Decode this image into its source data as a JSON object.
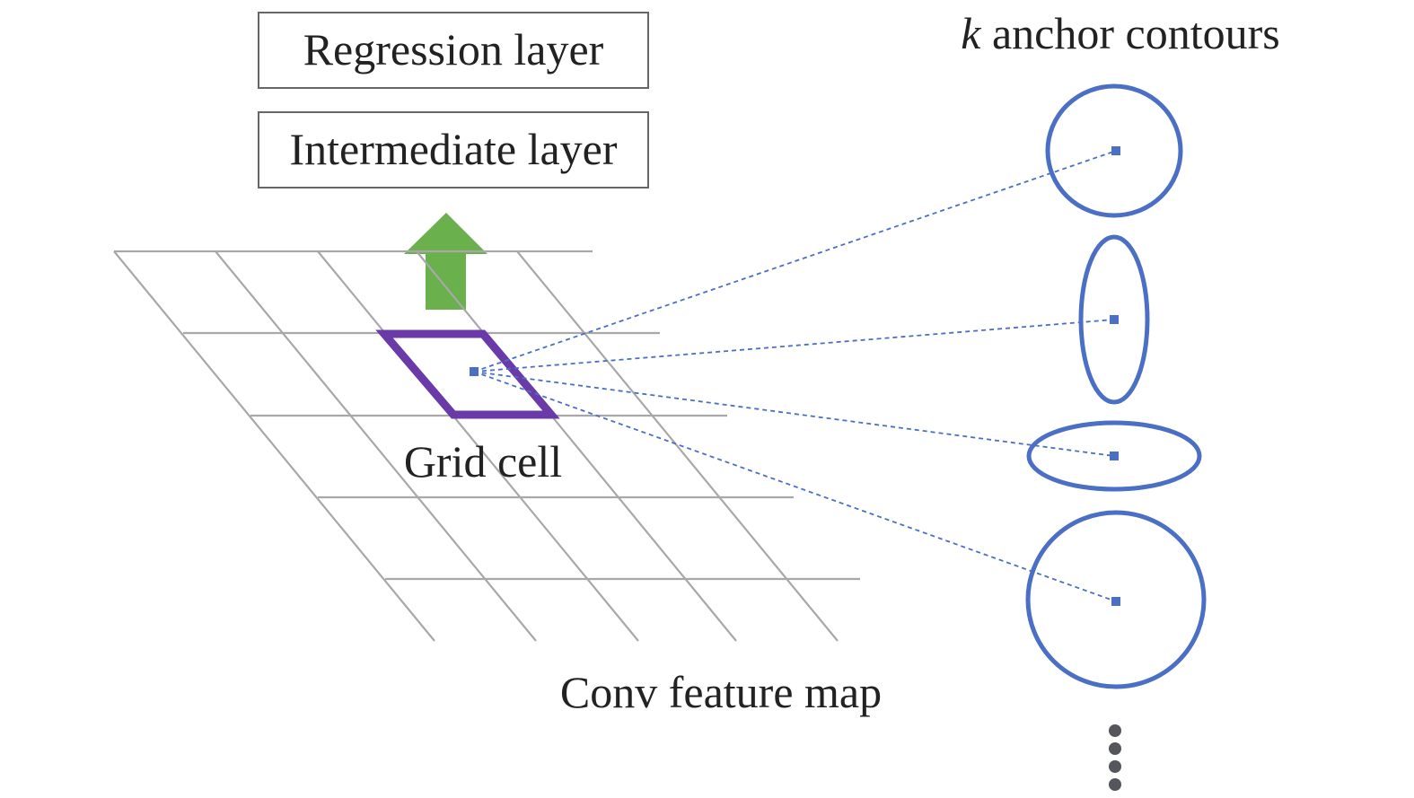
{
  "boxes": {
    "regression": "Regression layer",
    "intermediate": "Intermediate layer"
  },
  "labels": {
    "grid_cell": "Grid cell",
    "feature_map": "Conv feature map",
    "anchor_k": "k",
    "anchor_rest": " anchor contours"
  },
  "colors": {
    "grid": "#a8a8a8",
    "cell_highlight": "#6a3aa8",
    "arrow": "#6ab04c",
    "anchor": "#4a6fc4",
    "dots": "#55565b",
    "box_border": "#666666",
    "text": "#222222"
  },
  "icons": {
    "up_arrow": "up-arrow-icon",
    "ellipsis": "vertical-ellipsis-icon"
  }
}
